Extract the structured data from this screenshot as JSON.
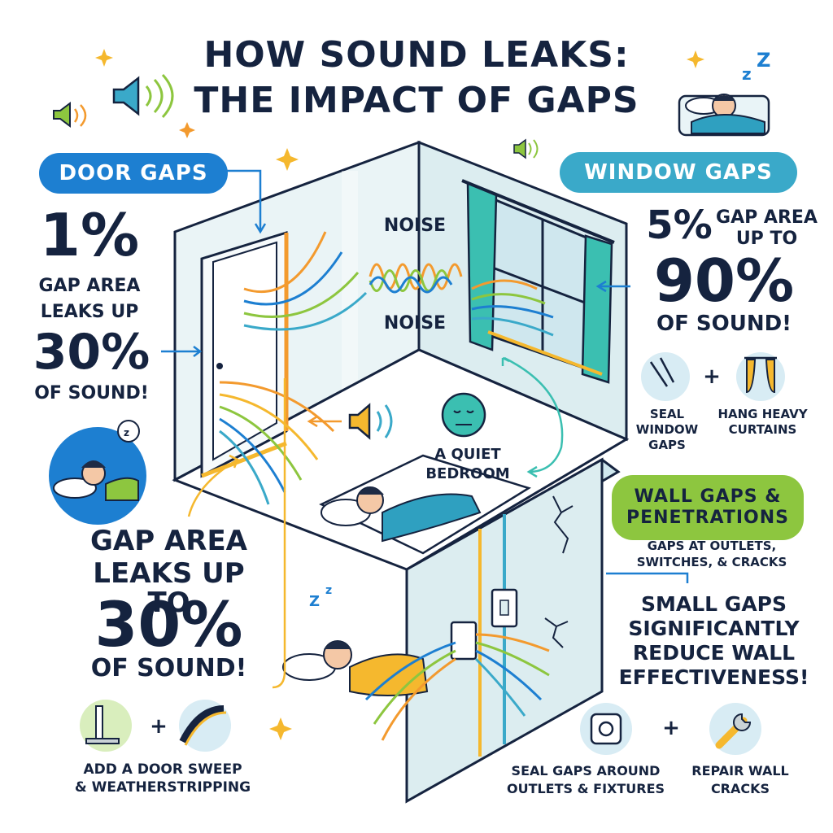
{
  "title": {
    "line1": "HOW SOUND LEAKS:",
    "line2": "THE IMPACT OF GAPS"
  },
  "door": {
    "pill": "DOOR GAPS",
    "pct_small": "1%",
    "line_a": "GAP AREA",
    "line_b": "LEAKS UP",
    "pct_big": "30%",
    "line_c": "OF SOUND!",
    "bottom_a": "GAP AREA",
    "bottom_b": "LEAKS UP TO",
    "bottom_pct": "30%",
    "bottom_c": "OF SOUND!",
    "fix": "ADD A DOOR SWEEP",
    "fix2": "& WEATHERSTRIPPING"
  },
  "window": {
    "pill": "WINDOW GAPS",
    "pct_small": "5%",
    "gap_a": "GAP AREA",
    "gap_b": "UP TO",
    "pct_big": "90%",
    "line_c": "OF SOUND!",
    "fix1_a": "SEAL",
    "fix1_b": "WINDOW",
    "fix1_c": "GAPS",
    "fix2_a": "HANG HEAVY",
    "fix2_b": "CURTAINS",
    "plus": "+"
  },
  "room": {
    "noise1": "NOISE",
    "noise2": "NOISE",
    "quiet_a": "A QUIET",
    "quiet_b": "BEDROOM"
  },
  "wall": {
    "pill_a": "WALL GAPS &",
    "pill_b": "PENETRATIONS",
    "sub_a": "GAPS AT OUTLETS,",
    "sub_b": "SWITCHES, & CRACKS",
    "big_a": "SMALL GAPS",
    "big_b": "SIGNIFICANTLY",
    "big_c": "REDUCE WALL",
    "big_d": "EFFECTIVENESS!",
    "fix1_a": "SEAL GAPS AROUND",
    "fix1_b": "OUTLETS & FIXTURES",
    "fix2_a": "REPAIR WALL",
    "fix2_b": "CRACKS",
    "plus": "+"
  },
  "plus_door": "+",
  "zz": "Z Z",
  "colors": {
    "navy": "#15233f",
    "blue": "#1d7fd1",
    "teal": "#3aa9c9",
    "green": "#8dc63f",
    "orange": "#f39a2e",
    "wall": "#dcedf0"
  }
}
